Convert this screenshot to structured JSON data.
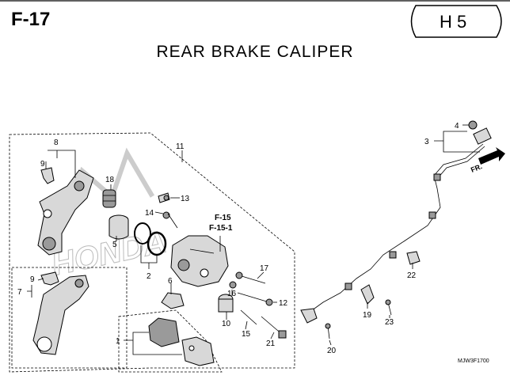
{
  "header": {
    "page_code": "F-17",
    "section_tag": "H 5",
    "title": "REAR BRAKE CALIPER"
  },
  "references": [
    "F-15",
    "F-15-1"
  ],
  "direction_label": "FR.",
  "watermark": "HONDA",
  "drawing_code": "MJW3F1700",
  "callouts": {
    "c1": "1",
    "c2": "2",
    "c3": "3",
    "c4": "4",
    "c5": "5",
    "c6": "6",
    "c7": "7",
    "c8": "8",
    "c9a": "9",
    "c9b": "9",
    "c10": "10",
    "c11": "11",
    "c12": "12",
    "c13": "13",
    "c14": "14",
    "c15": "15",
    "c16": "16",
    "c17": "17",
    "c18": "18",
    "c19": "19",
    "c20": "20",
    "c21": "21",
    "c22": "22",
    "c23": "23"
  },
  "colors": {
    "line": "#000000",
    "part_fill": "#d8d8d8",
    "shade": "#9a9a9a",
    "watermark": "#bbbbbb"
  }
}
